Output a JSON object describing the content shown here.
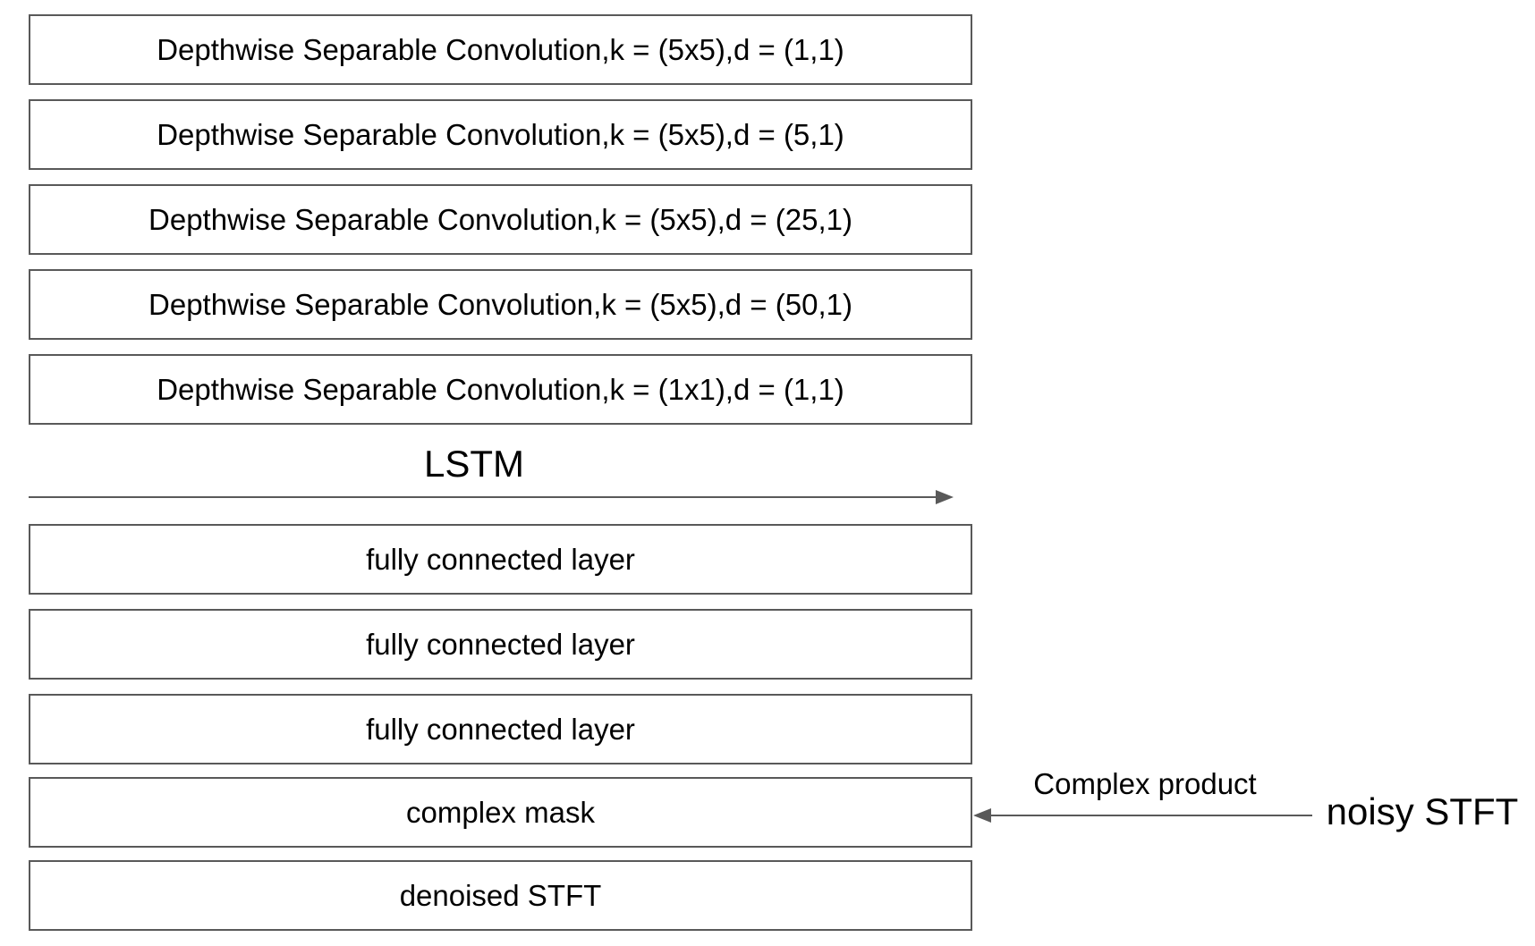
{
  "diagram": {
    "conv_blocks": [
      "Depthwise Separable Convolution,k = (5x5),d = (1,1)",
      "Depthwise Separable Convolution,k = (5x5),d = (5,1)",
      "Depthwise Separable Convolution,k = (5x5),d = (25,1)",
      "Depthwise Separable Convolution,k = (5x5),d = (50,1)",
      "Depthwise Separable Convolution,k = (1x1),d = (1,1)"
    ],
    "lstm_label": "LSTM",
    "fc_blocks": [
      "fully connected layer",
      "fully connected layer",
      "fully connected layer"
    ],
    "mask_block": "complex mask",
    "output_block": "denoised STFT",
    "product_label": "Complex product",
    "input_label": "noisy STFT",
    "colors": {
      "border": "#595959",
      "arrow": "#595959",
      "text": "#000000"
    }
  }
}
